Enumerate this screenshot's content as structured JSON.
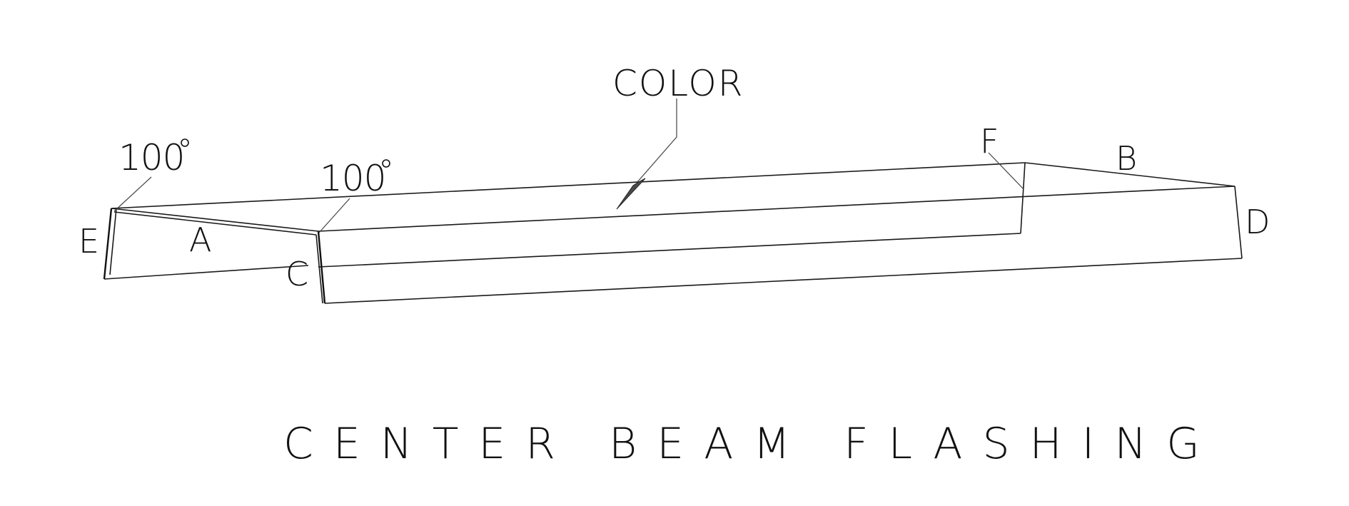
{
  "diagram": {
    "title": "CENTER BEAM FLASHING",
    "callout": "COLOR",
    "angles": {
      "left": "100",
      "center": "100"
    },
    "edges": {
      "a": "A",
      "b": "B",
      "c": "C",
      "d": "D",
      "e": "E",
      "f": "F"
    }
  }
}
